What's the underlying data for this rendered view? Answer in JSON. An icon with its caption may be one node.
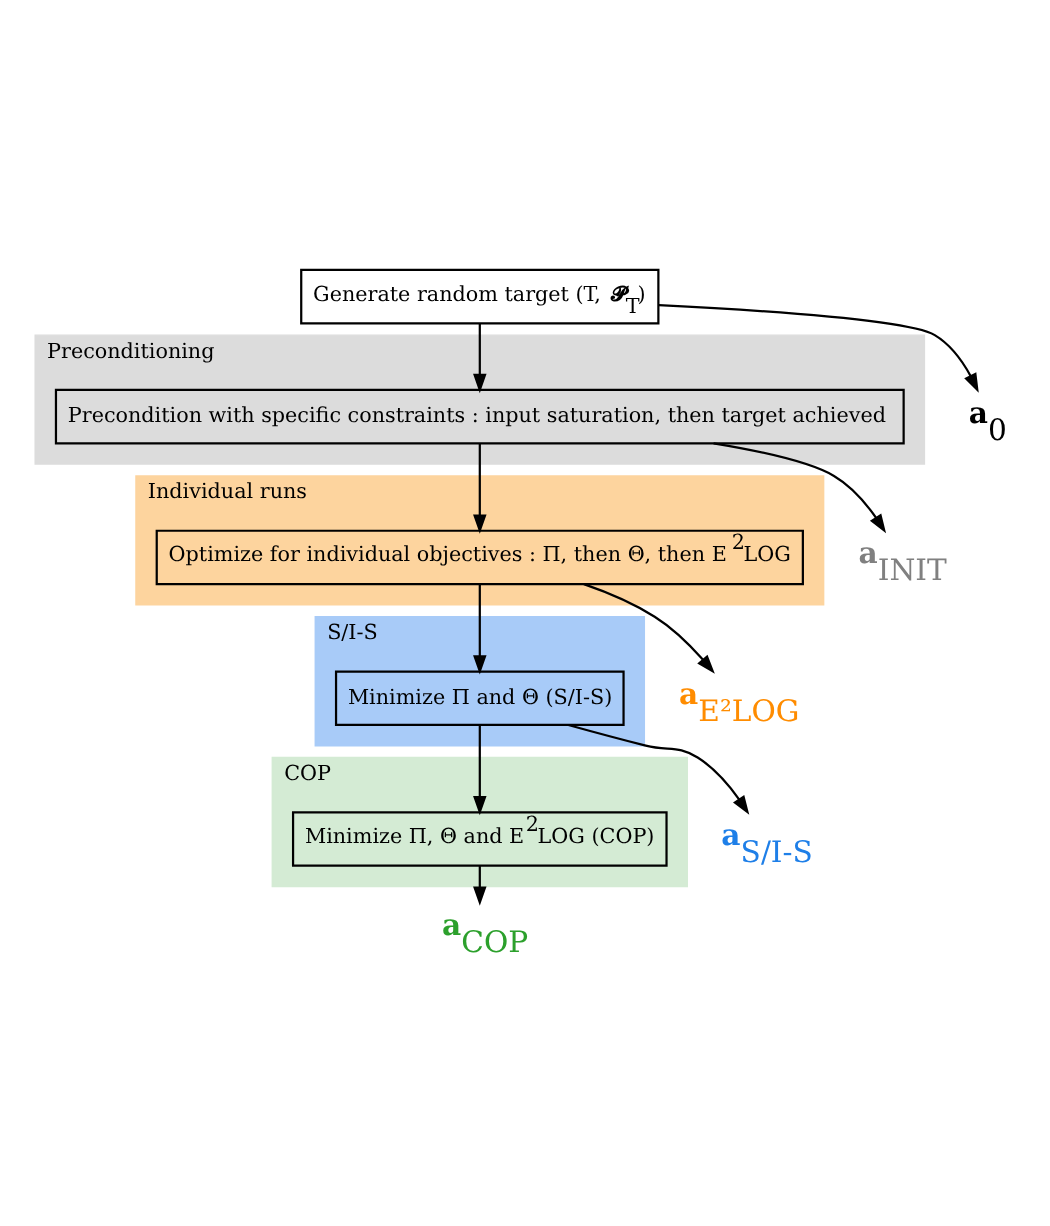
{
  "diagram": {
    "nodes": [
      {
        "text": [
          "Generate random target (T, **𝓟**$_{T}$)"
        ]
      },
      {
        "text": [
          "**a**$_{0}$"
        ]
      },
      {
        "text": [
          "Preconditioning"
        ]
      },
      {
        "text": [
          "Precondition with specific constraints : input saturation, then target achieved"
        ],
        "in": 2
      },
      {
        "text": [
          "**a**$_{INIT}$"
        ]
      },
      {
        "text": [
          "Individual runs"
        ]
      },
      {
        "text": [
          "Optimize for individual objectives : Π, then Θ, then E$^{2}$LOG"
        ],
        "in": 5
      },
      {
        "text": [
          "**a**$_{E²LOG}$"
        ]
      },
      {
        "text": [
          "S/I-S"
        ]
      },
      {
        "text": [
          "Minimize Π and Θ (S/I-S)"
        ],
        "in": 8
      },
      {
        "text": [
          "**a**$_{S/I-S}$"
        ]
      },
      {
        "text": [
          "COP"
        ]
      },
      {
        "text": [
          "Minimize Π, Θ and E$^{2}$LOG (COP)"
        ],
        "in": 11
      },
      {
        "text": [
          "**a**$_{COP}$"
        ]
      }
    ],
    "edges": [
      {
        "from": 0,
        "to": 3,
        "arrow": "to"
      },
      {
        "from": 0,
        "to": 1,
        "arrow": "to"
      },
      {
        "from": 3,
        "to": 6,
        "arrow": "to"
      },
      {
        "from": 3,
        "to": 4,
        "arrow": "to"
      },
      {
        "from": 6,
        "to": 9,
        "arrow": "to"
      },
      {
        "from": 6,
        "to": 7,
        "arrow": "to"
      },
      {
        "from": 9,
        "to": 12,
        "arrow": "to"
      },
      {
        "from": 9,
        "to": 10,
        "arrow": "to"
      },
      {
        "from": 12,
        "to": 13,
        "arrow": "to"
      }
    ]
  }
}
